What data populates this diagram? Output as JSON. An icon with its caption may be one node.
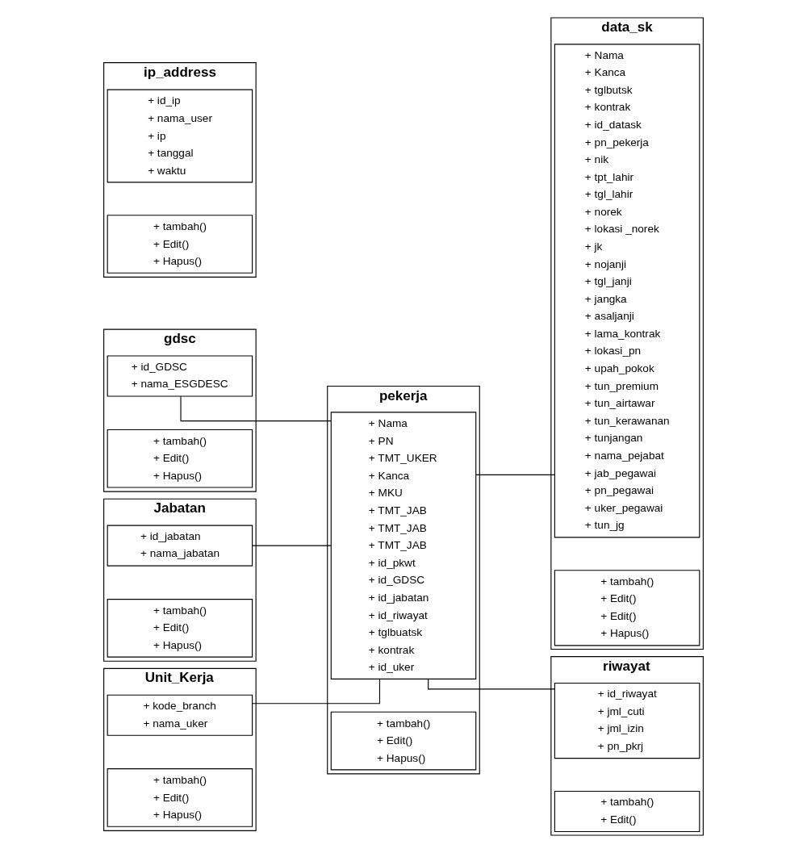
{
  "diagram": {
    "nodes": [
      {
        "text": [
          "gdsc"
        ]
      },
      {
        "text": [
          "+ id_GDSC",
          "+ nama_ESGDESC"
        ],
        "in": 0
      },
      {
        "text": [
          "+ tambah()",
          "+ Edit()",
          "+ Hapus()"
        ],
        "in": 0
      },
      {
        "text": [
          "pekerja"
        ]
      },
      {
        "text": [
          "+ Nama",
          "+ PN",
          "+ TMT_UKER",
          "+ Kanca",
          "+ MKU",
          "+ TMT_JAB",
          "+ TMT_JAB",
          "+ TMT_JAB",
          "+ id_pkwt",
          "+ id_GDSC",
          "+ id_jabatan",
          "+ id_riwayat",
          "+ tglbuatsk",
          "+ kontrak",
          "+ id_uker"
        ],
        "in": 3
      },
      {
        "text": [
          "+ tambah()",
          "+ Edit()",
          "+ Hapus()"
        ],
        "in": 3
      },
      {
        "text": [
          "data_sk"
        ]
      },
      {
        "text": [
          "+ Nama",
          "+ Kanca",
          "+ tglbutsk",
          "+ kontrak",
          "+ id_datask",
          "+ pn_pekerja",
          "+ nik",
          "+ tpt_lahir",
          "+ tgl_lahir",
          "+ norek",
          "+ lokasi _norek",
          "+ jk",
          "+ nojanji",
          "+ tgl_janji",
          "+ jangka",
          "+ asaljanji",
          "+ lama_kontrak",
          "+ lokasi_pn",
          "+ upah_pokok",
          "+ tun_premium",
          "+ tun_airtawar",
          "+ tun_kerawanan",
          "+ tunjangan",
          "+ nama_pejabat",
          "+ jab_pegawai",
          "+ pn_pegawai",
          "+ uker_pegawai",
          "+ tun_jg"
        ],
        "in": 6
      },
      {
        "text": [
          "+ tambah()",
          "+ Edit()",
          "+ Edit()",
          "+ Hapus()"
        ],
        "in": 6
      },
      {
        "text": [
          "Jabatan"
        ]
      },
      {
        "text": [
          "+ id_jabatan",
          "+ nama_jabatan"
        ],
        "in": 9
      },
      {
        "text": [
          "+ tambah()",
          "+ Edit()",
          "+ Hapus()"
        ],
        "in": 9
      },
      {
        "text": [
          "Unit_Kerja"
        ]
      },
      {
        "text": [
          "+ kode_branch",
          "+ nama_uker"
        ],
        "in": 12
      },
      {
        "text": [
          "+ tambah()",
          "+ Edit()",
          "+ Hapus()"
        ],
        "in": 12
      },
      {
        "text": [
          "ip_address"
        ]
      },
      {
        "text": [
          "+ id_ip",
          "+ nama_user",
          "+ ip",
          "+ tanggal",
          "+ waktu"
        ],
        "in": 15
      },
      {
        "text": [
          "+ tambah()",
          "+ Edit()",
          "+ Hapus()"
        ],
        "in": 15
      },
      {
        "text": [
          "riwayat"
        ]
      },
      {
        "text": [
          "+ id_riwayat",
          "+ jml_cuti",
          "+ jml_izin",
          "+ pn_pkrj"
        ],
        "in": 18
      },
      {
        "text": [
          "+ tambah()",
          "+ Edit()"
        ],
        "in": 18
      }
    ],
    "edges": [
      {
        "from": 1,
        "to": 4,
        "arrow": "none"
      },
      {
        "from": 10,
        "to": 4,
        "arrow": "none"
      },
      {
        "from": 13,
        "to": 4,
        "arrow": "none"
      },
      {
        "from": 4,
        "to": 7,
        "arrow": "none"
      },
      {
        "from": 4,
        "to": 19,
        "arrow": "none"
      }
    ]
  }
}
